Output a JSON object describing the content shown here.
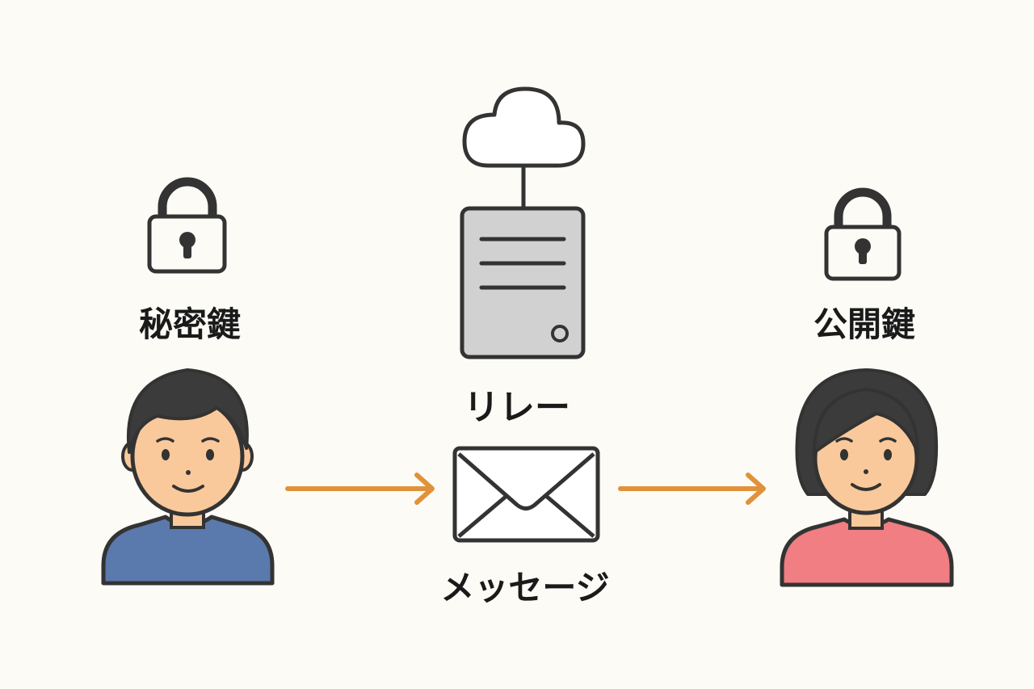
{
  "labels": {
    "private_key": "秘密鍵",
    "public_key": "公開鍵",
    "relay": "リレー",
    "message": "メッセージ"
  },
  "colors": {
    "background": "#fcfbf6",
    "outline": "#333333",
    "arrow": "#e0923a",
    "sender_shirt": "#5a79ac",
    "receiver_shirt": "#f07e82",
    "skin": "#f9c99b",
    "hair": "#3b3b3b",
    "server_body": "#d1d1d1",
    "cloud_fill": "#ffffff"
  },
  "icons": [
    "lock-icon",
    "cloud-icon",
    "server-icon",
    "envelope-icon",
    "person-icon",
    "arrow-icon"
  ]
}
